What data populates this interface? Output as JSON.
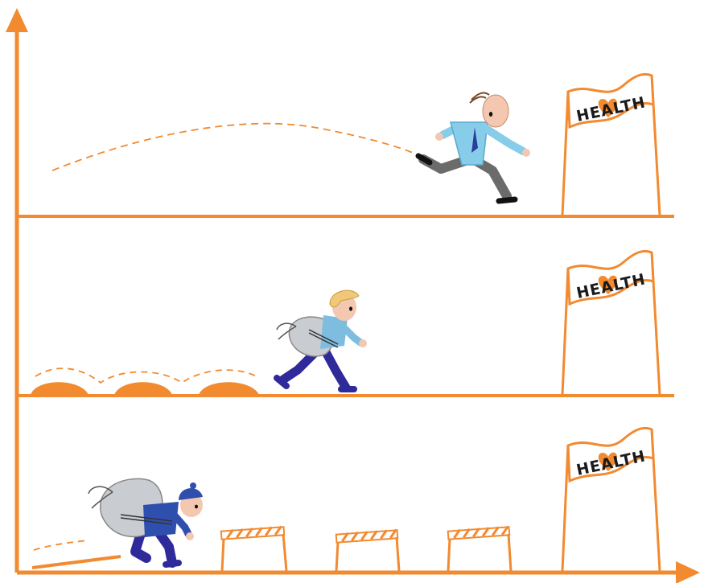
{
  "diagram": {
    "accent_color": "#f28a30",
    "banner_heart_color": "#f28a30",
    "lanes": [
      {
        "id": "top",
        "finish_banner": {
          "text": "HEALTH",
          "icon": "heart-icon"
        },
        "runner": {
          "description": "businessman with tie, leaping",
          "icon": "businessman-runner-icon"
        },
        "obstacles": []
      },
      {
        "id": "middle",
        "finish_banner": {
          "text": "HEALTH",
          "icon": "heart-icon"
        },
        "runner": {
          "description": "blond runner carrying small sack",
          "icon": "runner-with-sack-icon"
        },
        "obstacles": [
          "mound",
          "mound",
          "mound"
        ]
      },
      {
        "id": "bottom",
        "finish_banner": {
          "text": "HEALTH",
          "icon": "heart-icon"
        },
        "runner": {
          "description": "runner in beanie carrying large sack",
          "icon": "runner-with-large-sack-icon"
        },
        "obstacles": [
          "ramp",
          "hurdle",
          "hurdle",
          "hurdle"
        ]
      }
    ]
  }
}
